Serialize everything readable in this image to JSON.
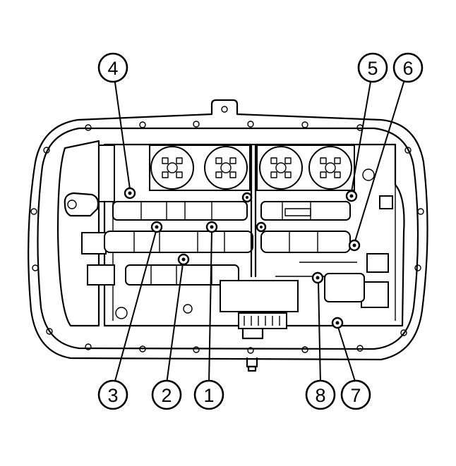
{
  "diagram": {
    "description_free": true,
    "callouts": [
      {
        "id": "4",
        "label": "4"
      },
      {
        "id": "5",
        "label": "5"
      },
      {
        "id": "6",
        "label": "6"
      },
      {
        "id": "3",
        "label": "3"
      },
      {
        "id": "2",
        "label": "2"
      },
      {
        "id": "1",
        "label": "1"
      },
      {
        "id": "8",
        "label": "8"
      },
      {
        "id": "7",
        "label": "7"
      }
    ],
    "colors": {
      "ink": "#000000",
      "paper": "#ffffff"
    }
  }
}
